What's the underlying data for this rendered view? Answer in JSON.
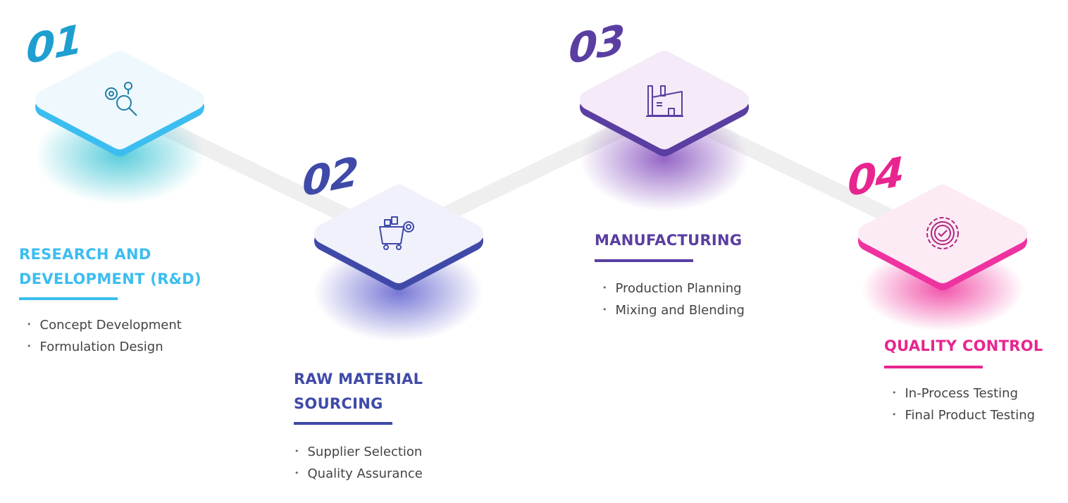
{
  "steps": [
    {
      "number": "01",
      "title_lines": [
        "RESEARCH AND",
        "DEVELOPMENT (R&D)"
      ],
      "items": [
        "Concept Development",
        "Formulation Design"
      ],
      "icon": "research-gear-magnifier-icon",
      "color": "#3cbdf0",
      "number_color": "#1e9fd0"
    },
    {
      "number": "02",
      "title_lines": [
        "RAW MATERIAL",
        "SOURCING"
      ],
      "items": [
        "Supplier Selection",
        "Quality Assurance"
      ],
      "icon": "material-cart-icon",
      "color": "#3f4aa8",
      "number_color": "#3f4aa8"
    },
    {
      "number": "03",
      "title_lines": [
        "MANUFACTURING"
      ],
      "items": [
        "Production Planning",
        "Mixing and Blending"
      ],
      "icon": "factory-icon",
      "color": "#5a3ea1",
      "number_color": "#5a3ea1"
    },
    {
      "number": "04",
      "title_lines": [
        "QUALITY CONTROL"
      ],
      "items": [
        "In-Process Testing",
        "Final Product Testing"
      ],
      "icon": "quality-gear-check-icon",
      "color": "#e8258f",
      "number_color": "#e8258f"
    }
  ]
}
